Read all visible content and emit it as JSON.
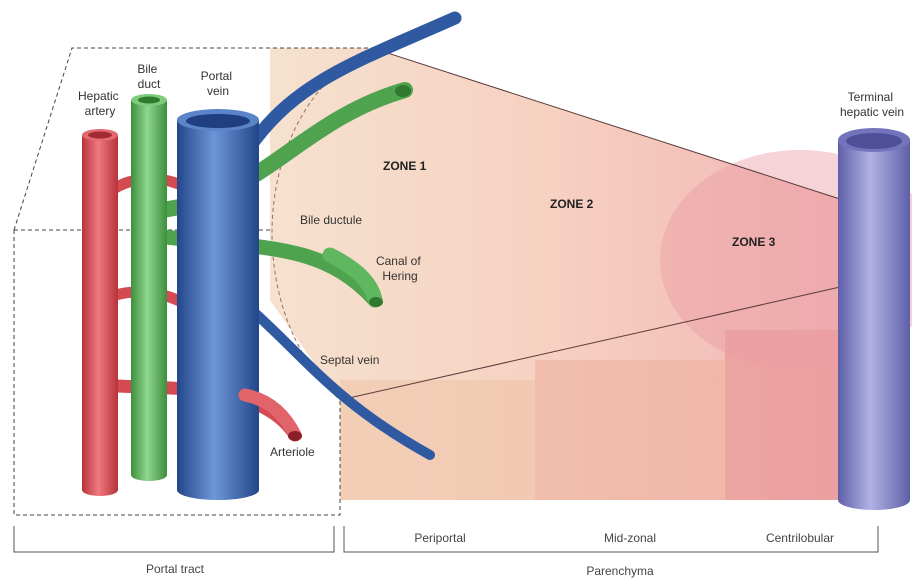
{
  "labels": {
    "hepatic_artery": [
      "Hepatic",
      "artery"
    ],
    "bile_duct": [
      "Bile",
      "duct"
    ],
    "portal_vein": [
      "Portal",
      "vein"
    ],
    "terminal_hepatic_vein": [
      "Terminal",
      "hepatic vein"
    ],
    "bile_ductule": "Bile ductule",
    "canal_of_hering": [
      "Canal of",
      "Hering"
    ],
    "septal_vein": "Septal vein",
    "arteriole": "Arteriole"
  },
  "zones": {
    "zone1": "ZONE 1",
    "zone2": "ZONE 2",
    "zone3": "ZONE 3"
  },
  "footer": {
    "periportal": "Periportal",
    "midzonal": "Mid-zonal",
    "centrilobular": "Centrilobular",
    "portal_tract": "Portal tract",
    "parenchyma": "Parenchyma"
  },
  "colors": {
    "artery": "#d9535a",
    "bile": "#5fb25f",
    "portal": "#3d68b0",
    "terminal_vein": "#8585c8",
    "zone1_tint": "#f2d9c3",
    "zone2_tint": "#f4c4b2",
    "zone3_tint": "#eeaaa9"
  }
}
